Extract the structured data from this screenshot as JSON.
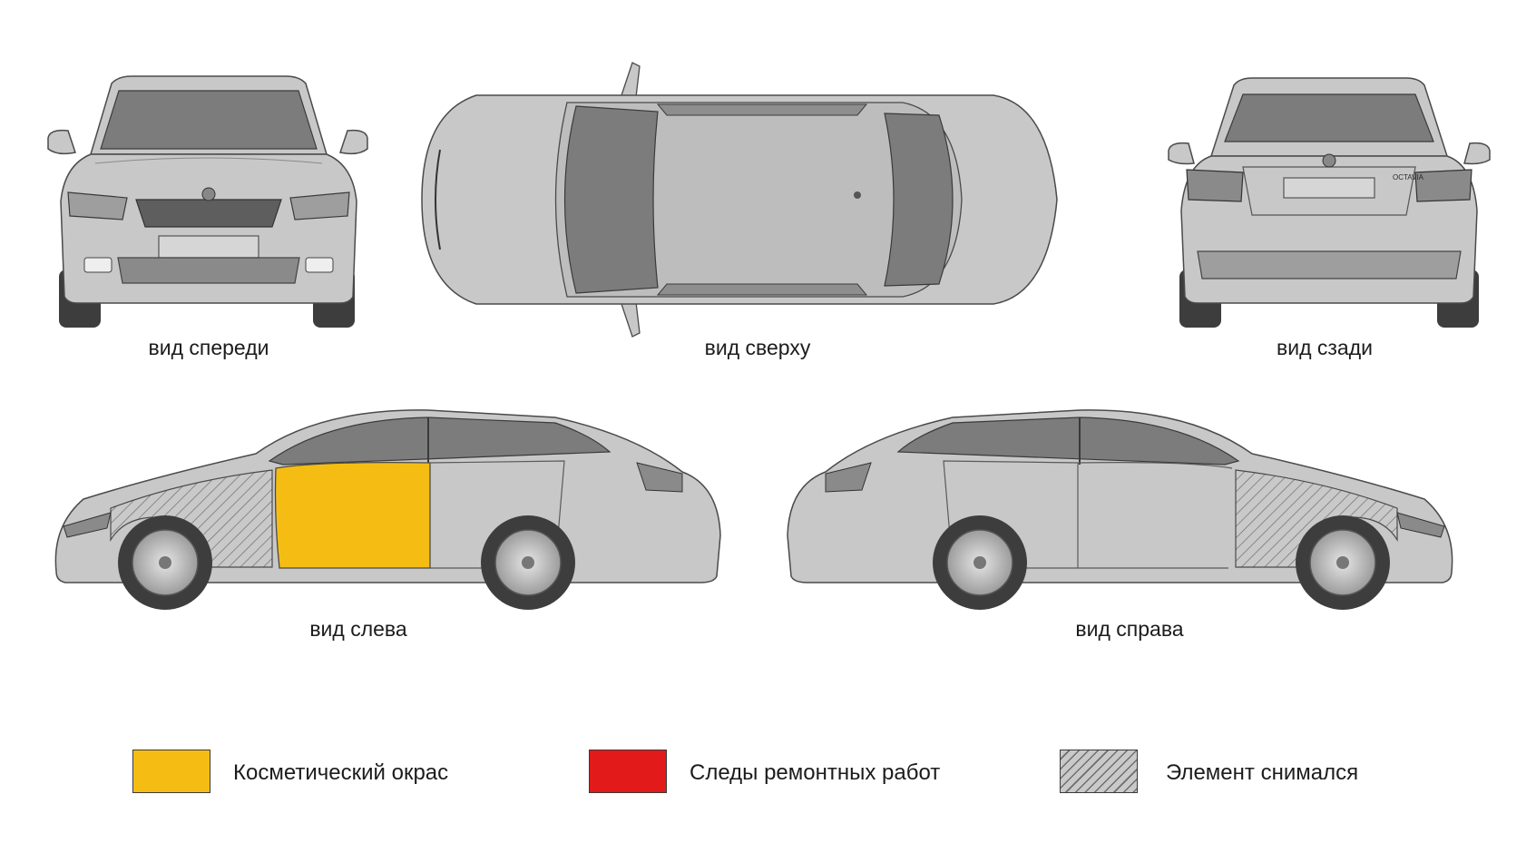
{
  "views": {
    "front": "вид спереди",
    "top": "вид сверху",
    "rear": "вид сзади",
    "left": "вид слева",
    "right": "вид справа"
  },
  "badge_text": "OCTAVIA",
  "legend": [
    {
      "label": "Косметический окрас",
      "color": "#f5bd14",
      "pattern": "solid"
    },
    {
      "label": "Следы ремонтных работ",
      "color": "#e21a1a",
      "pattern": "solid"
    },
    {
      "label": "Элемент снимался",
      "color": "#c9c9c9",
      "pattern": "hatch"
    }
  ],
  "colors": {
    "body": "#c8c8c8",
    "body_dark": "#a9a9a9",
    "glass": "#7c7c7c",
    "tire": "#3d3d3d",
    "outline": "#4a4a4a",
    "cosmetic_paint": "#f5bd14",
    "repair": "#e21a1a"
  }
}
